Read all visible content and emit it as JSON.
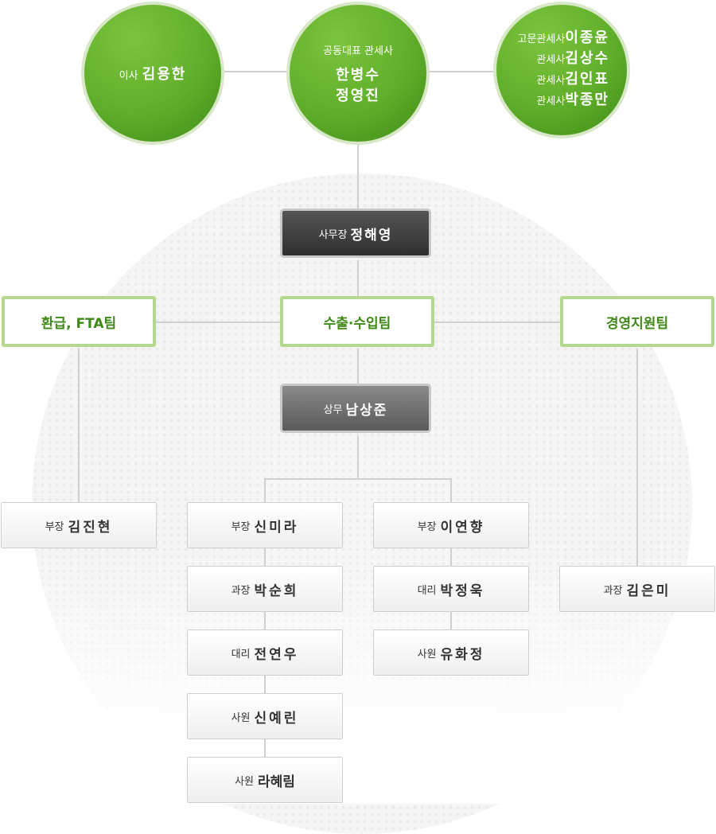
{
  "top": {
    "left": {
      "title": "이사",
      "name": "김용한"
    },
    "center": {
      "title": "공동대표 관세사",
      "names": [
        "한병수",
        "정영진"
      ]
    },
    "right": {
      "rows": [
        {
          "title": "고문관세사",
          "name": "이종윤"
        },
        {
          "title": "관세사",
          "name": "김상수"
        },
        {
          "title": "관세사",
          "name": "김인표"
        },
        {
          "title": "관세사",
          "name": "박종만"
        }
      ]
    }
  },
  "office_manager": {
    "title": "사무장",
    "name": "정해영"
  },
  "teams": [
    "환급, FTA팀",
    "수출·수입팀",
    "경영지원팀"
  ],
  "managing_director": {
    "title": "상무",
    "name": "남상준"
  },
  "staff": {
    "refund_fta": [
      {
        "title": "부장",
        "name": "김진현"
      }
    ],
    "export_col1": [
      {
        "title": "부장",
        "name": "신미라"
      },
      {
        "title": "과장",
        "name": "박순희"
      },
      {
        "title": "대리",
        "name": "전연우"
      },
      {
        "title": "사원",
        "name": "신예린"
      },
      {
        "title": "사원",
        "name": "라혜림"
      }
    ],
    "export_col2": [
      {
        "title": "부장",
        "name": "이연향"
      },
      {
        "title": "대리",
        "name": "박정욱"
      },
      {
        "title": "사원",
        "name": "유화정"
      }
    ],
    "support": [
      {
        "title": "과장",
        "name": "김은미"
      }
    ]
  },
  "colors": {
    "green": "#5fae2a",
    "team_border": "#b3d98f",
    "team_text": "#3f8a17"
  }
}
